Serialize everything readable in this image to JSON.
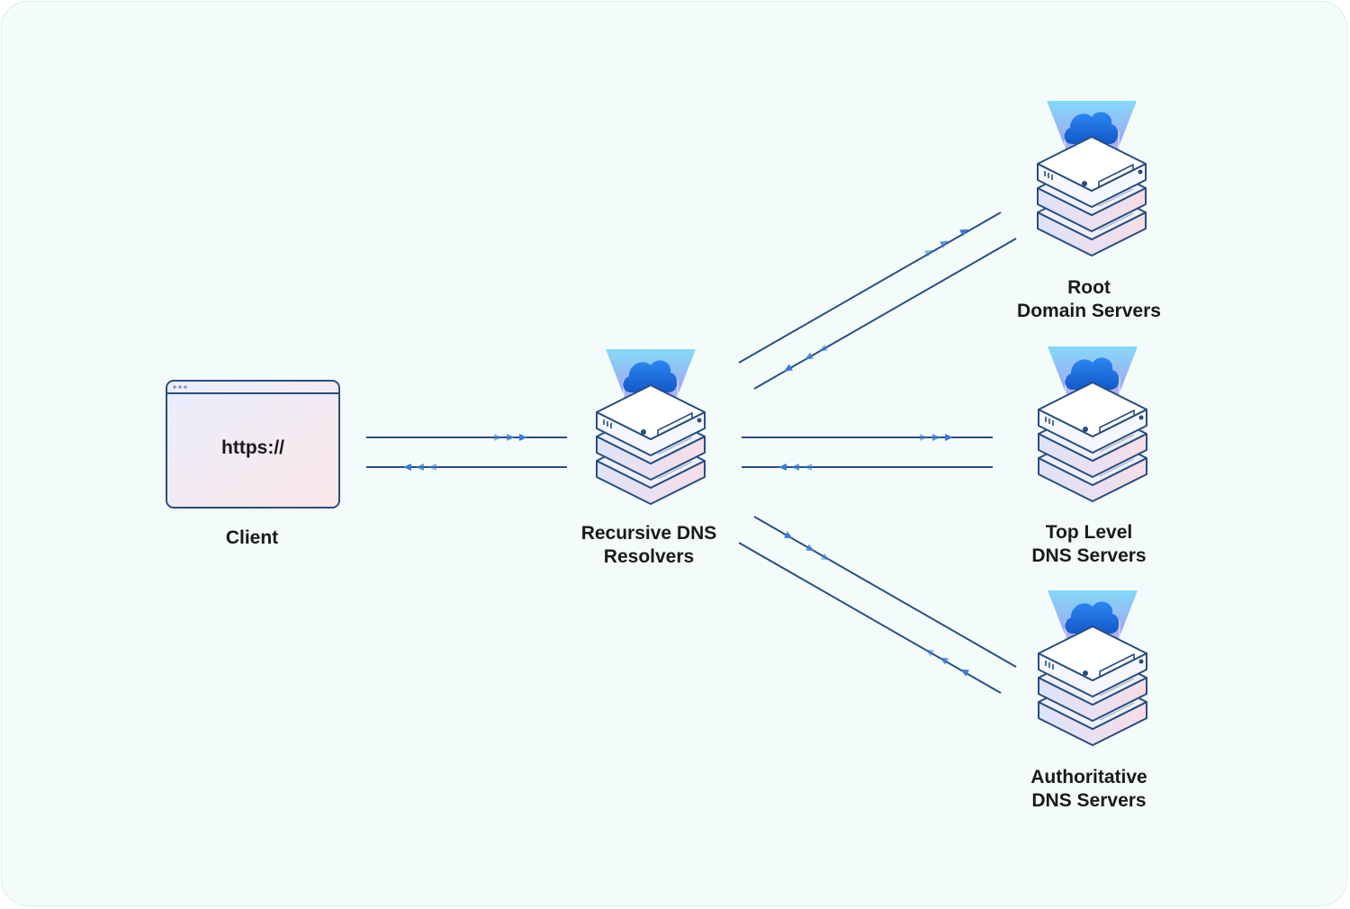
{
  "client": {
    "url_text": "https://",
    "label": "Client"
  },
  "resolver": {
    "label_line1": "Recursive DNS",
    "label_line2": "Resolvers"
  },
  "root": {
    "label_line1": "Root",
    "label_line2": "Domain Servers"
  },
  "tld": {
    "label_line1": "Top Level",
    "label_line2": "DNS Servers"
  },
  "authoritative": {
    "label_line1": "Authoritative",
    "label_line2": "DNS Servers"
  },
  "colors": {
    "background": "#f4fcfb",
    "line": "#2a4d7e",
    "arrow": "#3a7bd5",
    "cloud": "#1e6fe0",
    "server_stroke": "#2a4d7e"
  },
  "icons": {
    "client": "browser-window-icon",
    "server": "cloud-server-stack-icon",
    "arrow": "triple-arrow-icon"
  }
}
